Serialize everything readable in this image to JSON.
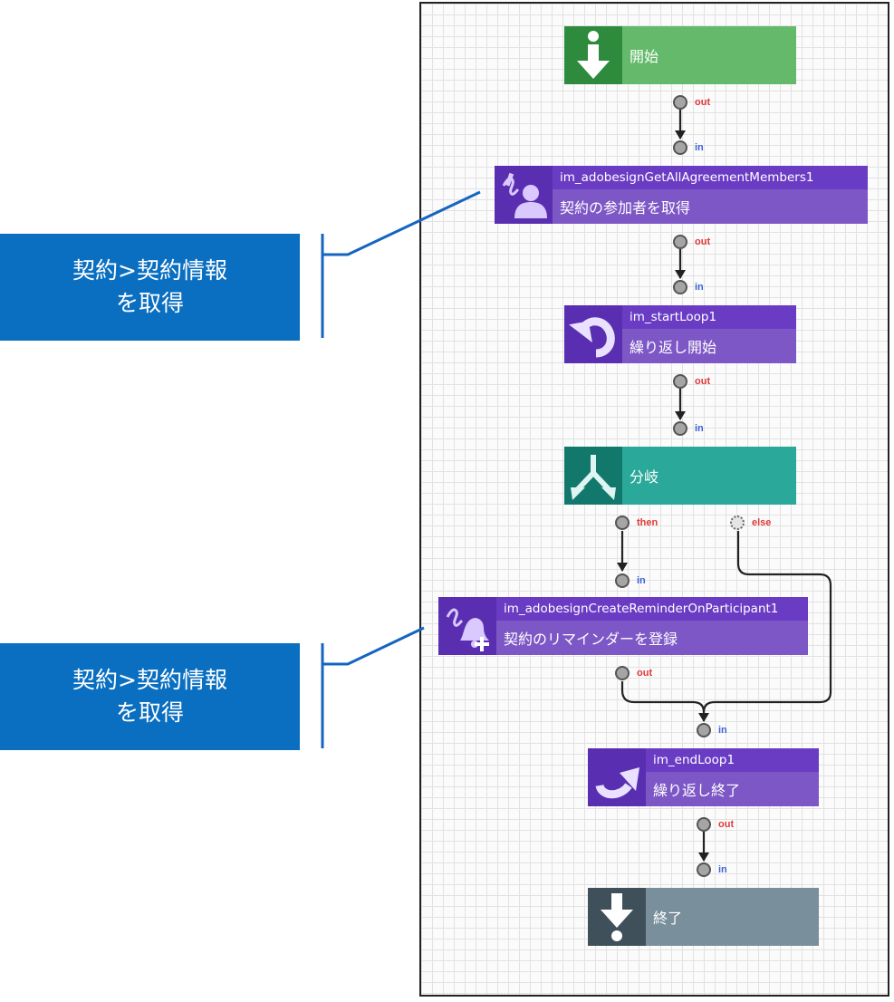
{
  "nodes": {
    "start": {
      "label": "開始",
      "icon": "arrow-down-start-icon",
      "color": "#64ba6a",
      "icon_color": "#2e8b3d"
    },
    "get_members": {
      "id": "im_adobesignGetAllAgreementMembers1",
      "label": "契約の参加者を取得",
      "icon": "adobe-sign-person-icon"
    },
    "start_loop": {
      "id": "im_startLoop1",
      "label": "繰り返し開始",
      "icon": "loop-start-arrow-icon"
    },
    "branch": {
      "label": "分岐",
      "icon": "branch-split-icon",
      "color": "#2aa89a",
      "icon_color": "#12786c"
    },
    "reminder": {
      "id": "im_adobesignCreateReminderOnParticipant1",
      "label": "契約のリマインダーを登録",
      "icon": "adobe-sign-bell-plus-icon"
    },
    "end_loop": {
      "id": "im_endLoop1",
      "label": "繰り返し終了",
      "icon": "loop-end-arrow-icon"
    },
    "end": {
      "label": "終了",
      "icon": "arrow-down-end-icon",
      "color": "#7a8f9c",
      "icon_color": "#3f505b"
    }
  },
  "ports": {
    "out": "out",
    "in": "in",
    "then": "then",
    "else": "else"
  },
  "callouts": [
    {
      "line1": "契約>契約情報",
      "line2": "を取得"
    },
    {
      "line1": "契約>契約情報",
      "line2": "を取得"
    }
  ],
  "colors": {
    "callout": "#0b6fc1",
    "purple_icon": "#5a2eb0",
    "purple_id": "#6a3cc4",
    "purple_label": "#7e57c6",
    "wire": "#222222"
  }
}
